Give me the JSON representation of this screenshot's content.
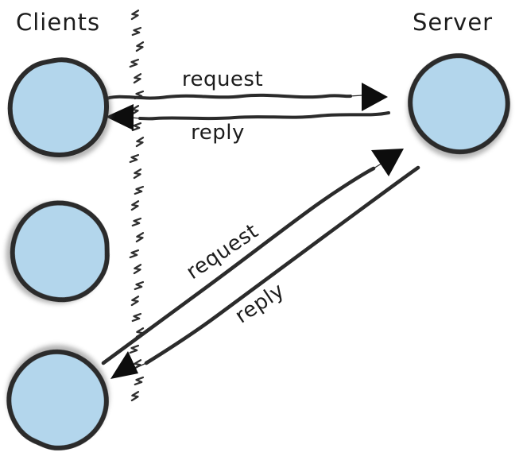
{
  "titles": {
    "clients": "Clients",
    "server": "Server"
  },
  "nodes": {
    "client_count": 3,
    "server_count": 1
  },
  "edges": [
    {
      "label": "request",
      "from": "client-1",
      "to": "server"
    },
    {
      "label": "reply",
      "from": "server",
      "to": "client-1"
    },
    {
      "label": "request",
      "from": "client-3",
      "to": "server"
    },
    {
      "label": "reply",
      "from": "server",
      "to": "client-3"
    }
  ],
  "colors": {
    "node_fill": "#b3d6ec",
    "outline_ink": "#2b2b2b",
    "background": "#ffffff"
  }
}
